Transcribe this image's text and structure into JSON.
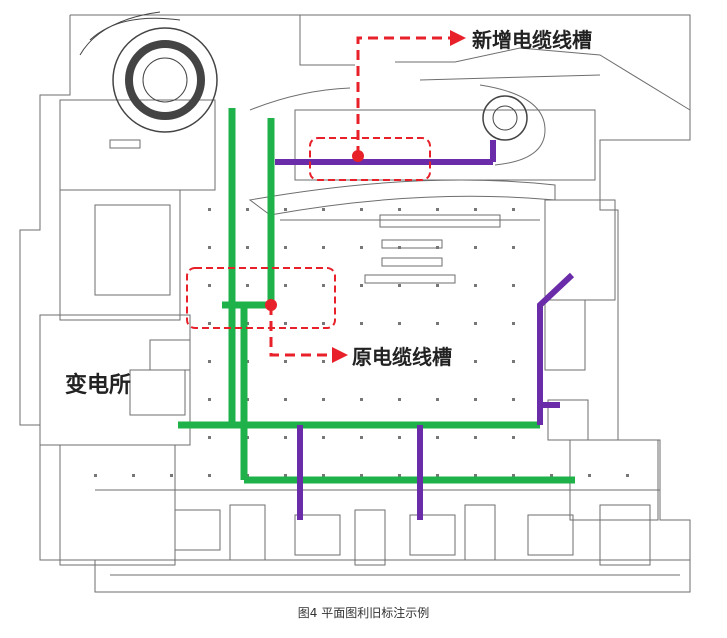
{
  "labels": {
    "new_tray": "新增电缆线槽",
    "old_tray": "原电缆线槽",
    "substation": "变电所"
  },
  "caption": "图4  平面图利旧标注示例",
  "colors": {
    "green_tray": "#1fb24a",
    "purple_tray": "#6a2ca8",
    "annotation_red": "#e8202a",
    "wall_line": "#6e6e6e"
  }
}
